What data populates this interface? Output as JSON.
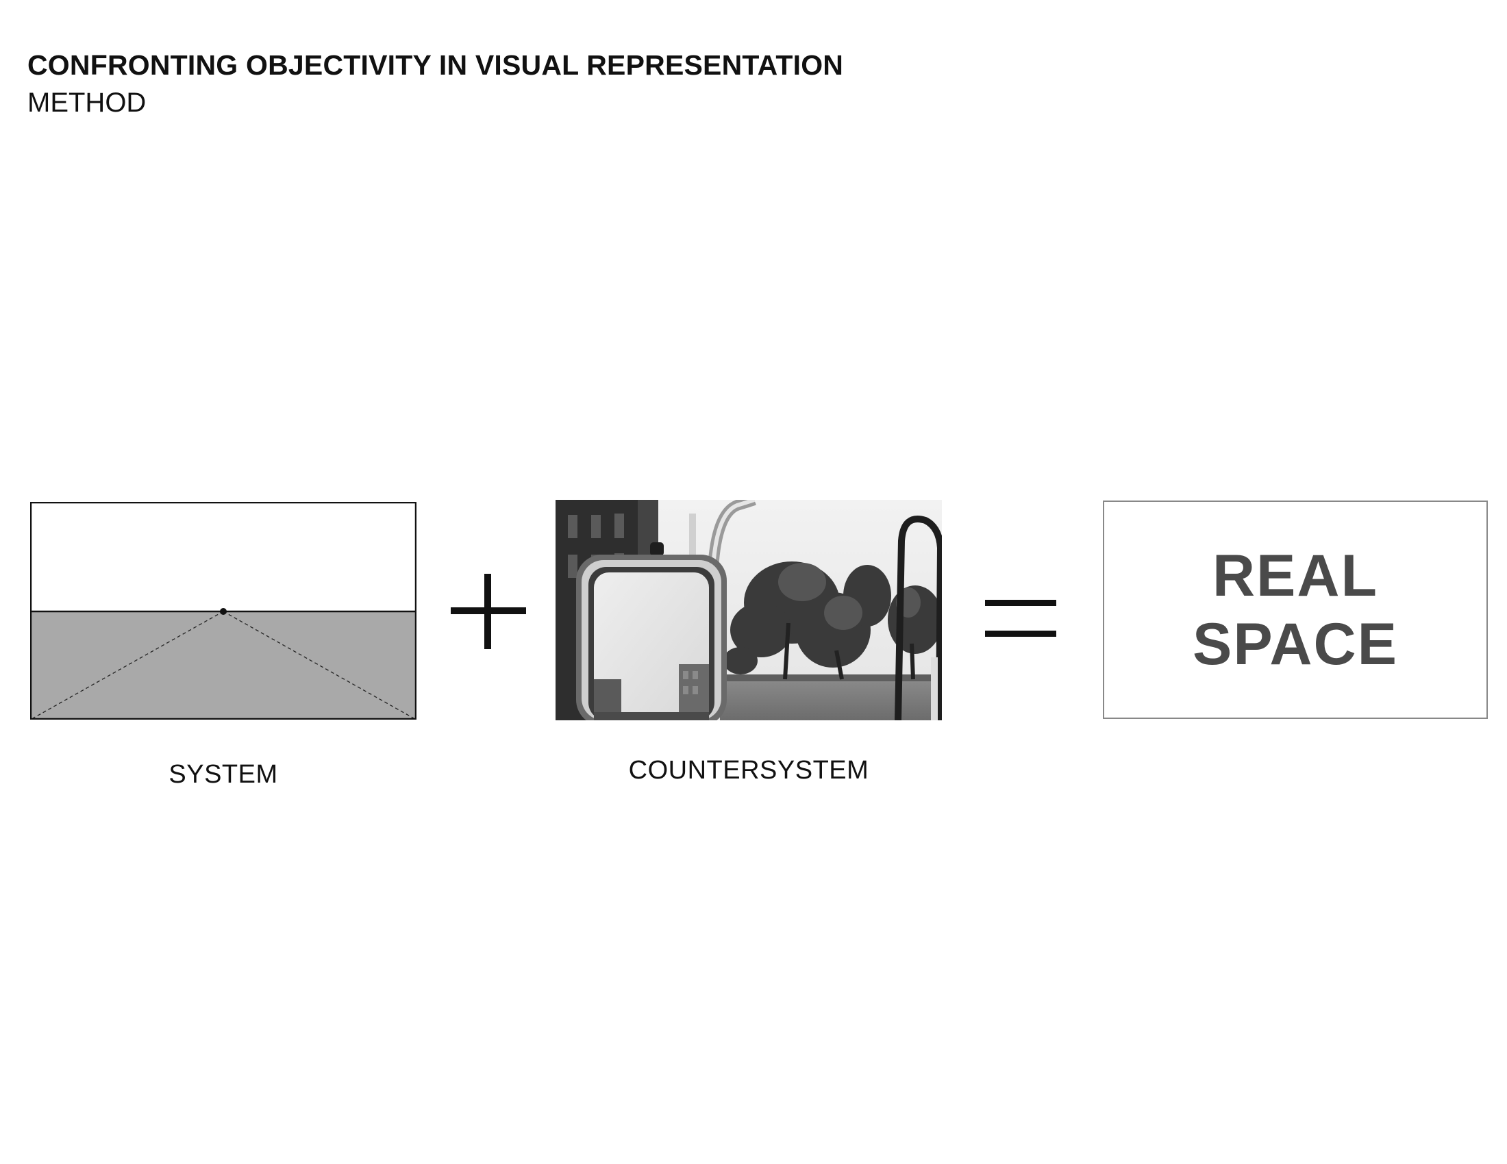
{
  "header": {
    "title": "CONFRONTING OBJECTIVITY IN VISUAL REPRESENTATION",
    "subtitle": "METHOD"
  },
  "equation": {
    "system_caption": "SYSTEM",
    "countersystem_caption": "COUNTERSYSTEM",
    "result_line1": "REAL",
    "result_line2": "SPACE"
  },
  "colors": {
    "ground_fill": "#a9a9a9",
    "result_text": "#4a4a4a",
    "result_border": "#888888"
  }
}
